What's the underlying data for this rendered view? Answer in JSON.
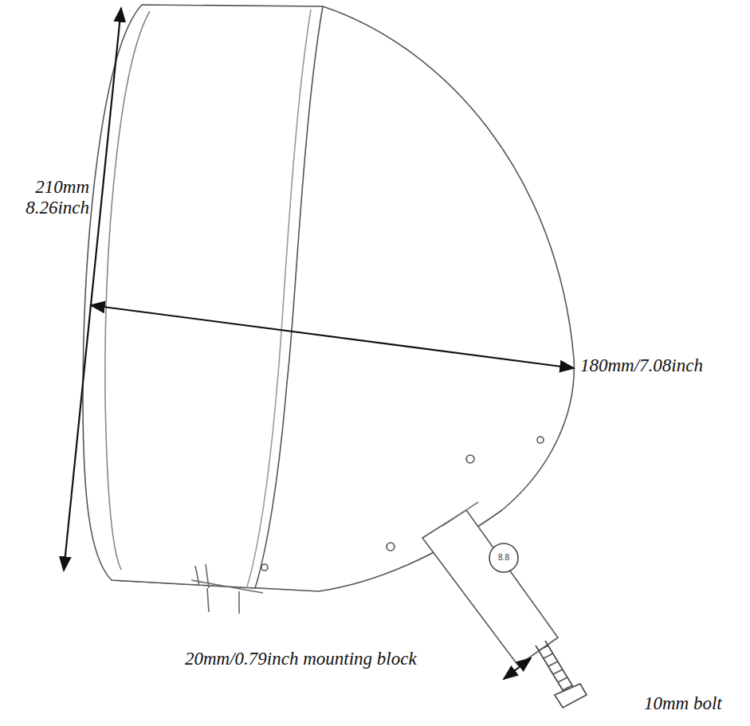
{
  "diagram": {
    "labels": [
      "210mm 8.26inch",
      "180mm/7.08inch",
      "20mm/0.79inch mounting block",
      "10mm bolt",
      "8.8"
    ]
  }
}
